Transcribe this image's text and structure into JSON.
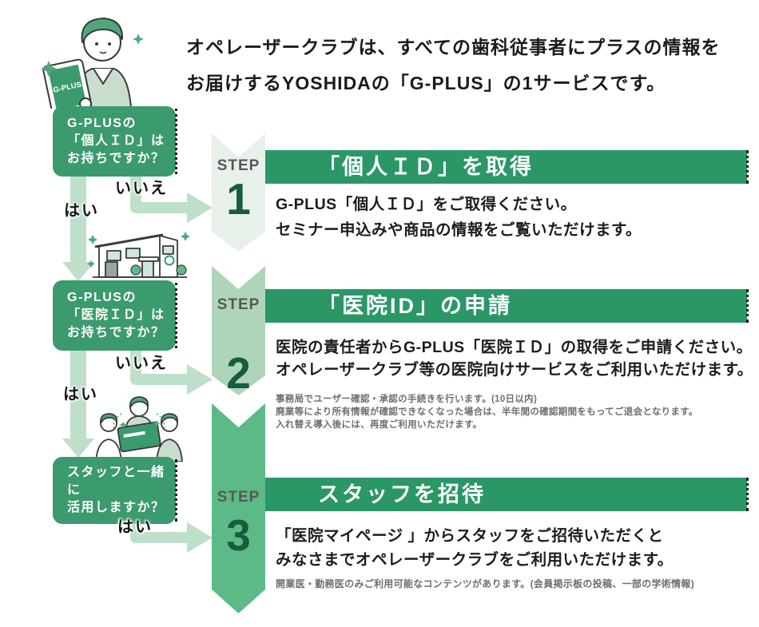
{
  "header": {
    "line1": "オペレーザークラブは、すべての歯科従事者にプラスの情報を",
    "line2": "お届けするYOSHIDAの「G-PLUS」の1サービスです。"
  },
  "flowchart": {
    "yes_label": "はい",
    "no_label": "いいえ",
    "q1_lines": [
      "G-PLUSの",
      "「個人ＩＤ」は",
      "お持ちですか？"
    ],
    "q2_lines": [
      "G-PLUSの",
      "「医院ＩＤ」は",
      "お持ちですか？"
    ],
    "q3_lines": [
      "スタッフと一緒に",
      "活用しますか？"
    ],
    "tablet_label": "G-PLUS"
  },
  "steps": [
    {
      "step_label": "STEP",
      "number": "1",
      "title": "「個人ＩＤ」を取得",
      "body": [
        "G-PLUS「個人ＩＤ」をご取得ください。",
        "セミナー申込みや商品の情報をご覧いただけます。"
      ],
      "notes": []
    },
    {
      "step_label": "STEP",
      "number": "2",
      "title": "「医院ID」の申請",
      "body": [
        "医院の責任者からG-PLUS「医院ＩＤ」の取得をご申請ください。",
        "オペレーザークラブ等の医院向けサービスをご利用いただけます。"
      ],
      "notes": [
        "事務局でユーザー確認・承認の手続きを行います。(10日以内)",
        "廃業等により所有情報が確認できなくなった場合は、半年間の確認期間をもってご退会となります。",
        "入れ替え導入後には、再度ご利用いただけます。"
      ]
    },
    {
      "step_label": "STEP",
      "number": "3",
      "title": "スタッフを招待",
      "body": [
        "「医院マイページ 」からスタッフをご招待いただくと",
        "みなさまでオペレーザークラブをご利用いただけます。"
      ],
      "notes": [
        "開業医・勤務医のみご利用可能なコンテンツがあります。(会員掲示板の投稿、一部の学術情報)"
      ]
    }
  ],
  "colors": {
    "question_box_green": "#3b9a6e",
    "title_bar_green": "#2b9767",
    "ribbon_step1": "#e7f0e9",
    "ribbon_step2": "#aed5ba",
    "ribbon_step3": "#5cba86",
    "flow_arrow_green": "#bedfc9",
    "step_number_green": "#185c3f",
    "step_word_gray": "#595757",
    "note_gray": "#6f6e6f",
    "text_black": "#1c1c1c"
  }
}
